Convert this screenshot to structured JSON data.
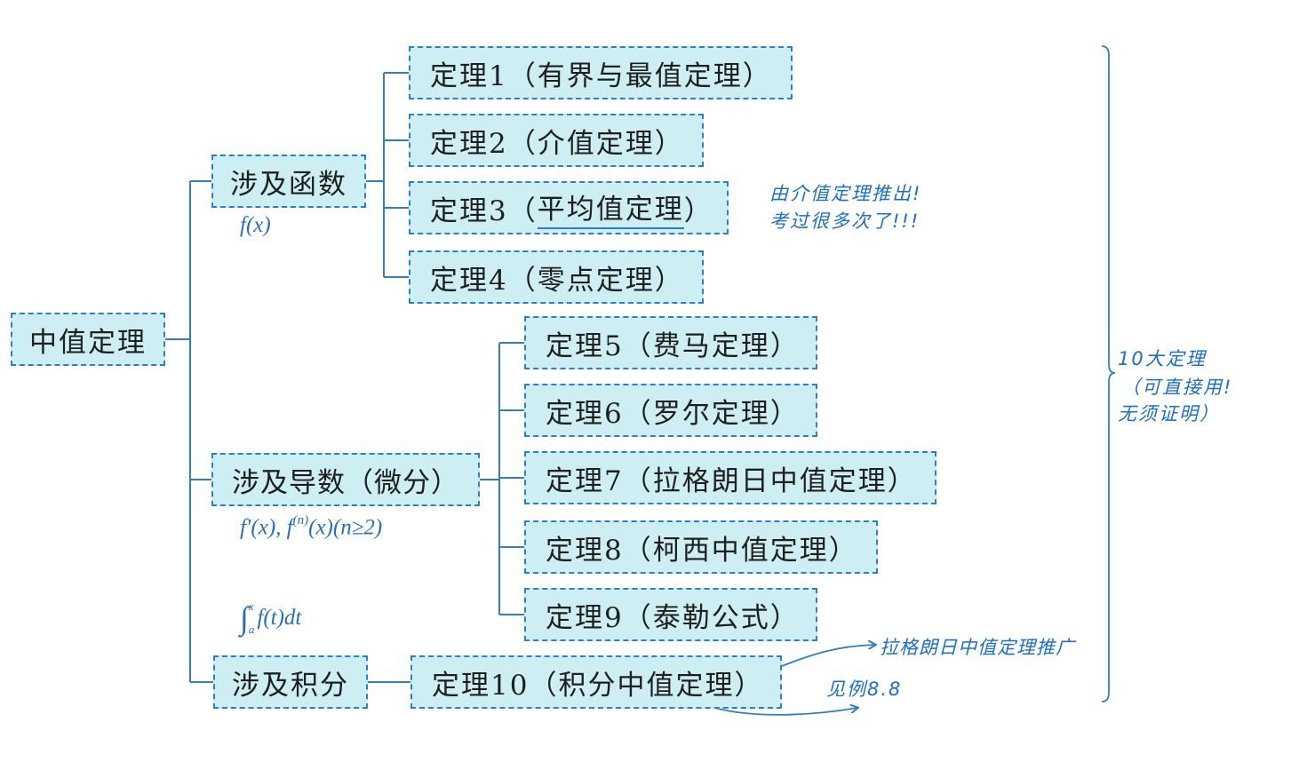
{
  "colors": {
    "box_fill": "#cdeef3",
    "accent": "#2e7fc6",
    "annotation": "#1d6fc3"
  },
  "root": {
    "label": "中值定理"
  },
  "function_branch": {
    "label": "涉及函数",
    "formula": "f(x)"
  },
  "derivative_branch": {
    "label": "涉及导数（微分）",
    "formula_first": "f′(x), ",
    "formula_f": "f",
    "formula_sup": "(n)",
    "formula_rest": "(x)(n≥2)"
  },
  "integral_branch": {
    "label": "涉及积分",
    "integral_sign": "∫",
    "integral_upper": "x",
    "integral_lower": "a",
    "integrand": "f(t)dt"
  },
  "theorems": [
    {
      "prefix": "定理1（",
      "name": "有界与最值定理",
      "suffix": "）"
    },
    {
      "prefix": "定理2（",
      "name": "介值定理",
      "suffix": "）"
    },
    {
      "prefix": "定理3（",
      "name": "平均值定理",
      "suffix": "）"
    },
    {
      "prefix": "定理4（",
      "name": "零点定理",
      "suffix": "）"
    },
    {
      "prefix": "定理5（",
      "name": "费马定理",
      "suffix": "）"
    },
    {
      "prefix": "定理6（",
      "name": "罗尔定理",
      "suffix": "）"
    },
    {
      "prefix": "定理7（",
      "name": "拉格朗日中值定理",
      "suffix": "）"
    },
    {
      "prefix": "定理8（",
      "name": "柯西中值定理",
      "suffix": "）"
    },
    {
      "prefix": "定理9（",
      "name": "泰勒公式",
      "suffix": "）"
    },
    {
      "prefix": "定理10（",
      "name": "积分中值定理",
      "suffix": "）"
    }
  ],
  "annotations": {
    "theorem3_note_line1": "由介值定理推出!",
    "theorem3_note_line2": "考过很多次了!!!",
    "brace_line1": "10大定理",
    "brace_line2": "（可直接用!",
    "brace_line3": "无须证明）",
    "theorem10_arrow_up": "拉格朗日中值定理推广",
    "theorem10_arrow_down": "见例8.8"
  }
}
